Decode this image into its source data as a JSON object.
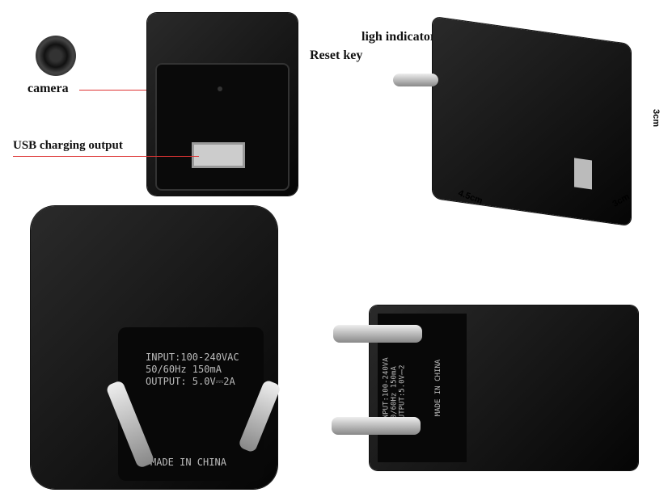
{
  "labels": {
    "camera": "camera",
    "usb": "USB charging output",
    "indicator": "ligh indicator",
    "reset": "Reset key"
  },
  "dimensions": {
    "length": "4.5cm",
    "height": "3cm",
    "width": "3cm"
  },
  "rating_left": {
    "input": "INPUT:100-240VAC",
    "freq": "50/60Hz 150mA",
    "output": "OUTPUT: 5.0V⎓2A",
    "origin": "MADE IN CHINA"
  },
  "rating_right": {
    "input": "INPUT:100-240VA",
    "freq": "50/60Hz 150mA",
    "output": "OUTPUT:5.0V⎓2",
    "origin": "MADE IN CHINA"
  }
}
